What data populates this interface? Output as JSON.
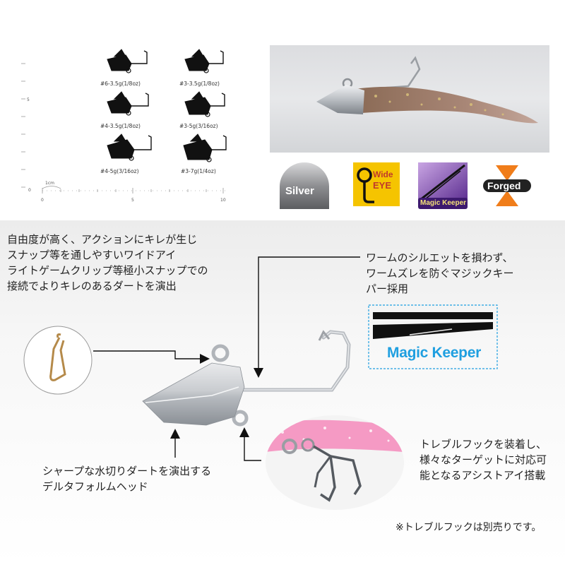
{
  "size_chart": {
    "ruler": {
      "y_mark": "5",
      "x_marks": [
        "0",
        "5",
        "10"
      ],
      "origin": "0",
      "unit": "1cm"
    },
    "jigs": [
      {
        "label": "#6-3.5g(1/8oz)"
      },
      {
        "label": "#3-3.5g(1/8oz)"
      },
      {
        "label": "#4-3.5g(1/8oz)"
      },
      {
        "label": "#3-5g(3/16oz)"
      },
      {
        "label": "#4-5g(3/16oz)"
      },
      {
        "label": "#3-7g(1/4oz)"
      }
    ]
  },
  "badges": {
    "silver": "Silver",
    "wide_eye": {
      "line1": "Wide",
      "line2": "EYE"
    },
    "magic_keeper": "Magic Keeper",
    "forged": "Forged"
  },
  "callouts": {
    "wide_eye": "自由度が高く、アクションにキレが生じ\nスナップ等を通しやすいワイドアイ\nライトゲームクリップ等極小スナップでの\n接続でよりキレのあるダートを演出",
    "magic_keeper": "ワームのシルエットを損わず、\nワームズレを防ぐマジックキー\nパー採用",
    "magic_keeper_label": "Magic Keeper",
    "treble": "トレブルフックを装着し、\n様々なターゲットに対応可\n能となるアシストアイ搭載",
    "delta_head": "シャープな水切りダートを演出する\nデルタフォルムヘッド",
    "note": "※トレブルフックは別売りです。"
  },
  "colors": {
    "magic_keeper_blue": "#1f9fe0",
    "wide_eye_yellow": "#f5c400",
    "forged_orange": "#f07d1a",
    "head_silver": "#c9ccd0"
  }
}
